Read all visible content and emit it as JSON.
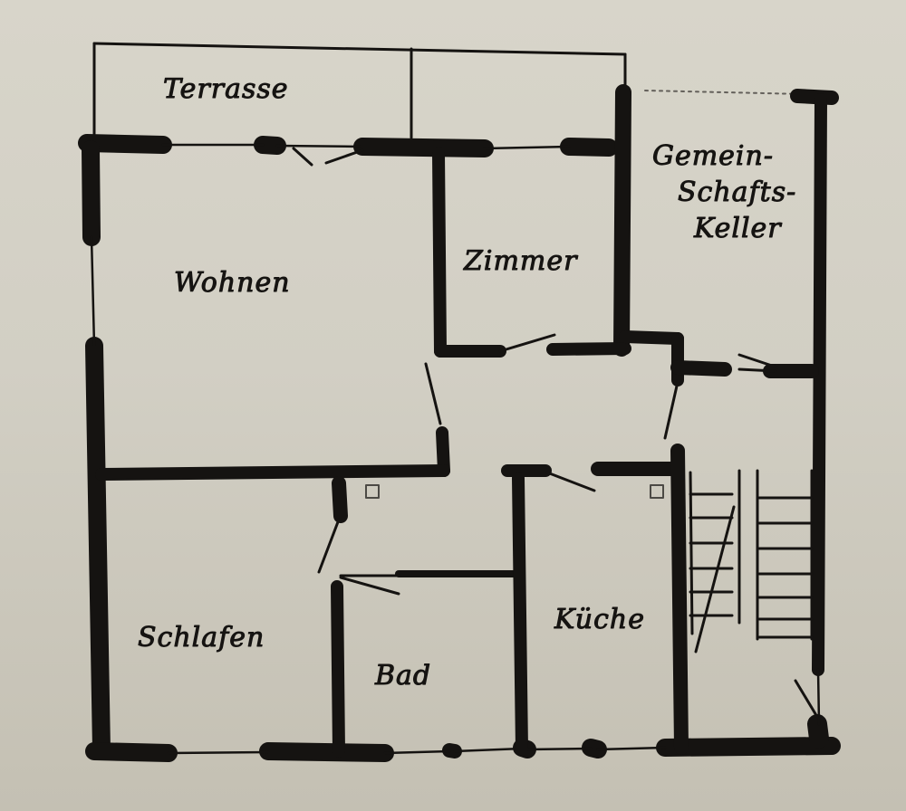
{
  "plan": {
    "ink_color": "#151311",
    "paper_color": "#d4d1c6",
    "rooms": {
      "terrasse": "Terrasse",
      "gemeinschaftskeller_line1": "Gemein-",
      "gemeinschaftskeller_line2": "Schafts-",
      "gemeinschaftskeller_line3": "Keller",
      "zimmer": "Zimmer",
      "wohnen": "Wohnen",
      "schlafen": "Schlafen",
      "bad": "Bad",
      "kueche": "Küche"
    }
  }
}
